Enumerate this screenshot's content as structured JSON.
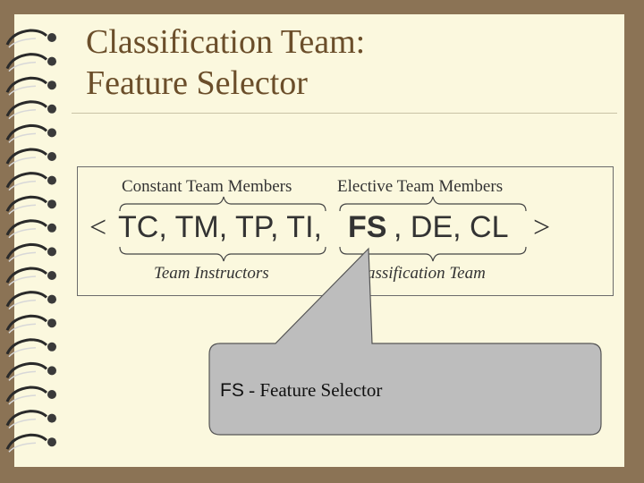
{
  "slide": {
    "title_line1": "Classification Team:",
    "title_line2": "Feature Selector"
  },
  "diagram": {
    "label_constant": "Constant Team Members",
    "label_elective": "Elective Team Members",
    "open_angle": "<",
    "close_angle": ">",
    "constant_members": "TC, TM, TP, TI,",
    "highlight": "FS",
    "elective_rest": ", DE, CL",
    "label_instructors": "Team Instructors",
    "label_classification": "Classification Team"
  },
  "callout": {
    "abbrev": "FS",
    "definition": " - Feature Selector"
  },
  "colors": {
    "frame": "#8b7355",
    "page": "#fbf8de",
    "title": "#6b4e2a",
    "callout_fill": "#bdbdbd"
  }
}
